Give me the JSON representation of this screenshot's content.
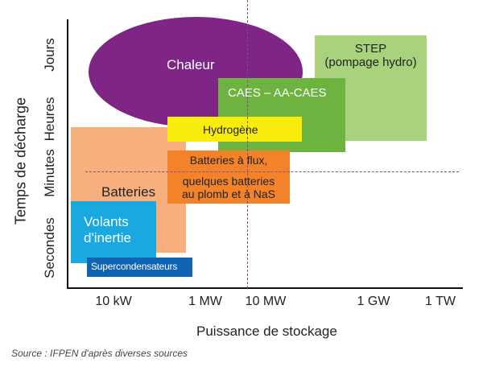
{
  "y_axis": {
    "title": "Temps de décharge",
    "ticks": [
      "Secondes",
      "Minutes",
      "Heures",
      "Jours"
    ]
  },
  "x_axis": {
    "title": "Puissance de stockage",
    "ticks": [
      "10 kW",
      "1 MW",
      "10 MW",
      "1 GW",
      "1 TW"
    ]
  },
  "regions": {
    "chaleur": "Chaleur",
    "step_line1": "STEP",
    "step_line2": "(pompage hydro)",
    "caes": "CAES – AA-CAES",
    "hydrogene": "Hydrogène",
    "flux_line1": "Batteries à flux,",
    "flux_line2": "quelques batteries",
    "flux_line3": "au plomb et à NaS",
    "batteries": "Batteries",
    "volants_line1": "Volants",
    "volants_line2": "d'inertie",
    "supercondensateurs": "Supercondensateurs"
  },
  "source": "Source : IFPEN d'après diverses sources",
  "colors": {
    "chaleur": "#7e2586",
    "step": "#a8d37c",
    "caes": "#6db33f",
    "hydrogene": "#f8ec0f",
    "flux": "#f2832a",
    "batteries": "#f7b07d",
    "volants": "#1aa8e0",
    "supercondensateurs": "#1164b4"
  }
}
